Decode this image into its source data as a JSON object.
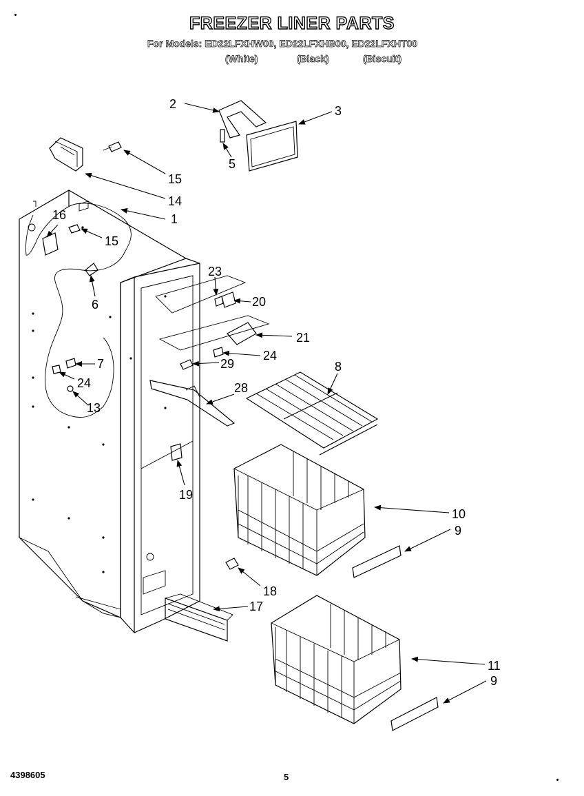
{
  "header": {
    "title": "FREEZER LINER PARTS",
    "models_line": "For Models: ED22LFXHW00, ED22LFXHB00, ED22LFXHT00",
    "finishes": [
      "(White)",
      "(Black)",
      "(Biscuit)"
    ]
  },
  "footer": {
    "document_number": "4398605",
    "page_number": "5"
  },
  "callouts": [
    "2",
    "3",
    "5",
    "15",
    "14",
    "1",
    "16",
    "15",
    "6",
    "23",
    "20",
    "21",
    "24",
    "7",
    "29",
    "24",
    "13",
    "28",
    "8",
    "19",
    "10",
    "9",
    "18",
    "17",
    "11",
    "9"
  ]
}
